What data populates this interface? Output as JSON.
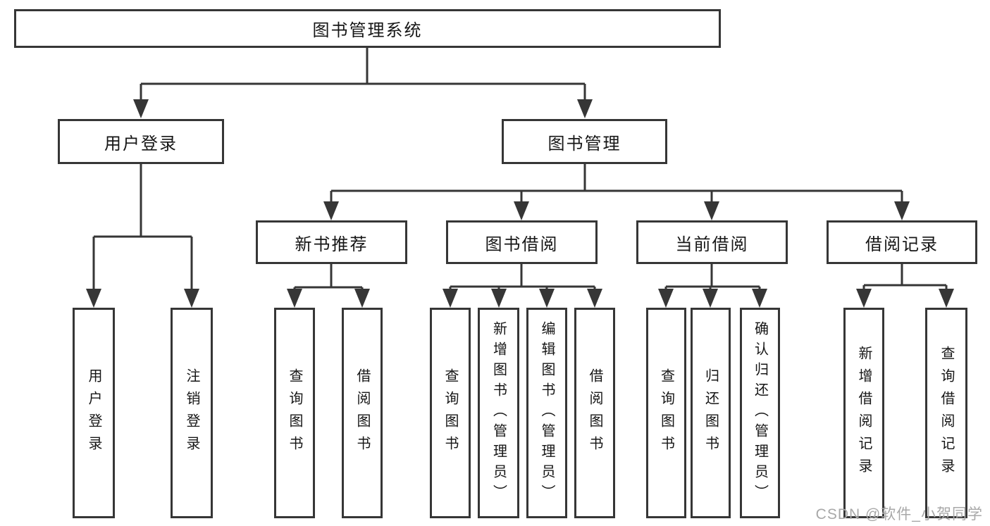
{
  "diagram": {
    "root": {
      "label": "图书管理系统"
    },
    "level2": [
      {
        "id": "user-login",
        "label": "用户登录"
      },
      {
        "id": "book-management",
        "label": "图书管理"
      }
    ],
    "level3": [
      {
        "id": "new-book-recommend",
        "parent": "图书管理",
        "label": "新书推荐"
      },
      {
        "id": "book-borrow",
        "parent": "图书管理",
        "label": "图书借阅"
      },
      {
        "id": "current-borrow",
        "parent": "图书管理",
        "label": "当前借阅"
      },
      {
        "id": "borrow-records",
        "parent": "图书管理",
        "label": "借阅记录"
      }
    ],
    "leaves": [
      {
        "parent": "用户登录",
        "label": "用户登录"
      },
      {
        "parent": "用户登录",
        "label": "注销登录"
      },
      {
        "parent": "新书推荐",
        "label": "查询图书"
      },
      {
        "parent": "新书推荐",
        "label": "借阅图书"
      },
      {
        "parent": "图书借阅",
        "label": "查询图书"
      },
      {
        "parent": "图书借阅",
        "label": "新增图书（管理员）"
      },
      {
        "parent": "图书借阅",
        "label": "编辑图书（管理员）"
      },
      {
        "parent": "图书借阅",
        "label": "借阅图书"
      },
      {
        "parent": "当前借阅",
        "label": "查询图书"
      },
      {
        "parent": "当前借阅",
        "label": "归还图书"
      },
      {
        "parent": "当前借阅",
        "label": "确认归还（管理员）"
      },
      {
        "parent": "借阅记录",
        "label": "新增借阅记录"
      },
      {
        "parent": "借阅记录",
        "label": "查询借阅记录"
      }
    ]
  },
  "watermark": {
    "text": "CSDN @软件_小贺同学"
  },
  "colors": {
    "line": "#363636",
    "text": "#161616",
    "box_fill": "#ffffff",
    "watermark": "#a8a8a8"
  }
}
